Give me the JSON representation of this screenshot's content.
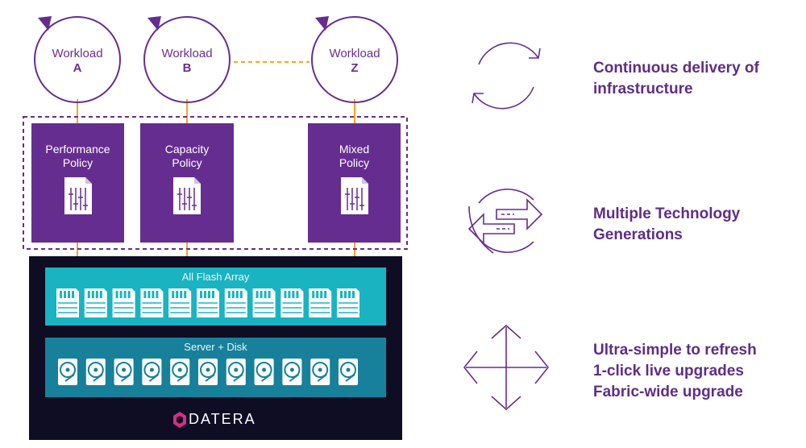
{
  "workloads": [
    {
      "label": "Workload",
      "letter": "A"
    },
    {
      "label": "Workload",
      "letter": "B"
    },
    {
      "label": "Workload",
      "letter": "Z"
    }
  ],
  "policies": [
    {
      "label": "Performance\nPolicy"
    },
    {
      "label": "Capacity\nPolicy"
    },
    {
      "label": "Mixed\nPolicy"
    }
  ],
  "layers": {
    "flash": "All Flash Array",
    "disk": "Server + Disk"
  },
  "brand": {
    "logo_text": "DATERA"
  },
  "features": [
    {
      "line1": "Continuous delivery of",
      "line2": "infrastructure",
      "icon": "cycle-arrows-icon"
    },
    {
      "line1": "Multiple Technology",
      "line2": "Generations",
      "icon": "swap-arrows-icon"
    },
    {
      "line1": "Ultra-simple to refresh",
      "line2": "1-click live upgrades",
      "line3": "Fabric-wide upgrade",
      "icon": "diamond-refresh-icon"
    }
  ],
  "colors": {
    "purple": "#662d91",
    "teal": "#1ab3c2",
    "dark_teal": "#17809a",
    "navy": "#0f0d24",
    "orange": "#f5a623"
  }
}
